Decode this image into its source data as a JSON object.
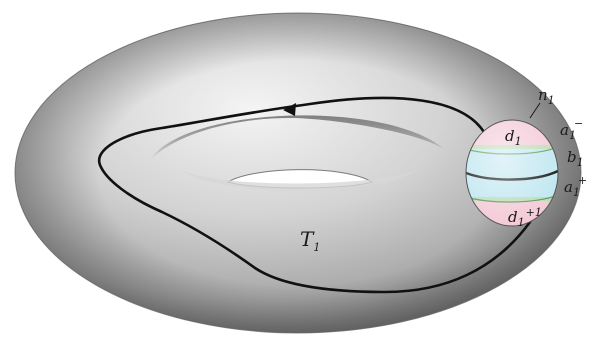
{
  "labels": {
    "torus": {
      "main": "T",
      "sub": "1"
    },
    "n": {
      "main": "n",
      "sub": "1"
    },
    "d_top": {
      "main": "d",
      "sub": "1"
    },
    "a_top": {
      "main": "a",
      "sub": "1",
      "sup": "−"
    },
    "b": {
      "main": "b",
      "sub": "1"
    },
    "a_bottom": {
      "main": "a",
      "sub": "1",
      "sup": "+"
    },
    "d_bottom": {
      "main": "d",
      "sub": "1",
      "sup": "+1"
    }
  },
  "colors": {
    "torus_light": "#f2f2f2",
    "torus_mid": "#b9b9b9",
    "torus_dark": "#6e6e6e",
    "curve": "#111111",
    "cap_pink": "#f3c9d6",
    "band_blue": "#bfe6f0",
    "band_green": "#b9dcb4"
  },
  "icons": {
    "direction_marker": "arrowhead-left"
  }
}
